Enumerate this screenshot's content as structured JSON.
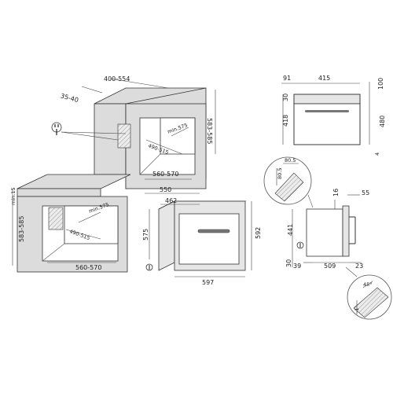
{
  "tall_unit": {
    "depth": "400-554",
    "gap": "35-40",
    "height": "583-585",
    "niche_depth": "min.575",
    "niche_width_side": "490-515",
    "width": "560-570"
  },
  "under_counter": {
    "top_gap": "min.15",
    "height": "583-585",
    "niche_depth": "min.575",
    "niche_width_side": "490-515",
    "width": "560-570"
  },
  "oven_front": {
    "depth_total": "550",
    "depth_body": "462",
    "height_body": "575",
    "height_total": "592",
    "width": "597"
  },
  "top_view": {
    "left_offset": "91",
    "width": "415",
    "top_gap": "100",
    "panel_h": "30",
    "body_h": "418",
    "total_h": "480",
    "bottom_gap": "4"
  },
  "detail_top": {
    "w": "80.5",
    "h": "80.5"
  },
  "side_view": {
    "top_small": "16",
    "handle_proj": "55",
    "height": "441",
    "foot_h": "30",
    "left": "39",
    "depth": "509",
    "front": "23"
  },
  "detail_bottom": {
    "angle": "45°",
    "offset": "-1"
  }
}
